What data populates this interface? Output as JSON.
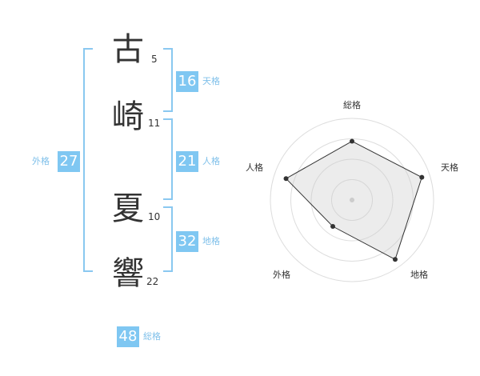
{
  "name": {
    "characters": [
      {
        "char": "古",
        "strokes": "5"
      },
      {
        "char": "崎",
        "strokes": "11"
      },
      {
        "char": "夏",
        "strokes": "10"
      },
      {
        "char": "響",
        "strokes": "22"
      }
    ]
  },
  "kaku": {
    "tenkaku": {
      "value": "16",
      "label": "天格"
    },
    "jinkaku": {
      "value": "21",
      "label": "人格"
    },
    "chikaku": {
      "value": "32",
      "label": "地格"
    },
    "gaikaku": {
      "value": "27",
      "label": "外格"
    },
    "soukaku": {
      "value": "48",
      "label": "総格"
    }
  },
  "colors": {
    "accent": "#7fc7f2",
    "bracket": "#8ac8f0",
    "label_text": "#7fc0ea"
  },
  "chart_data": {
    "type": "radar",
    "axes": [
      "総格",
      "天格",
      "地格",
      "外格",
      "人格"
    ],
    "values": [
      0.72,
      0.9,
      0.9,
      0.4,
      0.85
    ],
    "scale_rings": 4
  }
}
